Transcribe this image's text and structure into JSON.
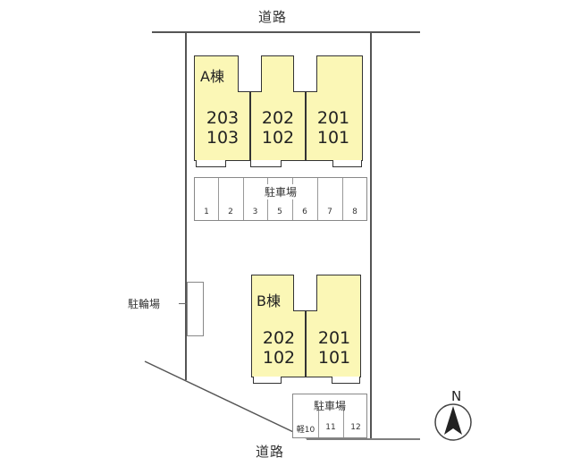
{
  "roads": {
    "north_label": "道路",
    "south_label": "道路"
  },
  "building_a": {
    "name": "A棟",
    "units": [
      {
        "upper": "203",
        "lower": "103"
      },
      {
        "upper": "202",
        "lower": "102"
      },
      {
        "upper": "201",
        "lower": "101"
      }
    ]
  },
  "parking_a": {
    "label": "駐車場",
    "spaces": [
      "1",
      "2",
      "3",
      "5",
      "6",
      "7",
      "8"
    ]
  },
  "bicycle_parking": {
    "label": "駐輪場"
  },
  "building_b": {
    "name": "B棟",
    "units": [
      {
        "upper": "202",
        "lower": "102"
      },
      {
        "upper": "201",
        "lower": "101"
      }
    ]
  },
  "parking_b": {
    "label": "駐車場",
    "spaces": [
      "軽10",
      "11",
      "12"
    ]
  },
  "compass": {
    "label": "N"
  },
  "colors": {
    "building_fill": "#fbf7b6",
    "outline": "#333333"
  }
}
